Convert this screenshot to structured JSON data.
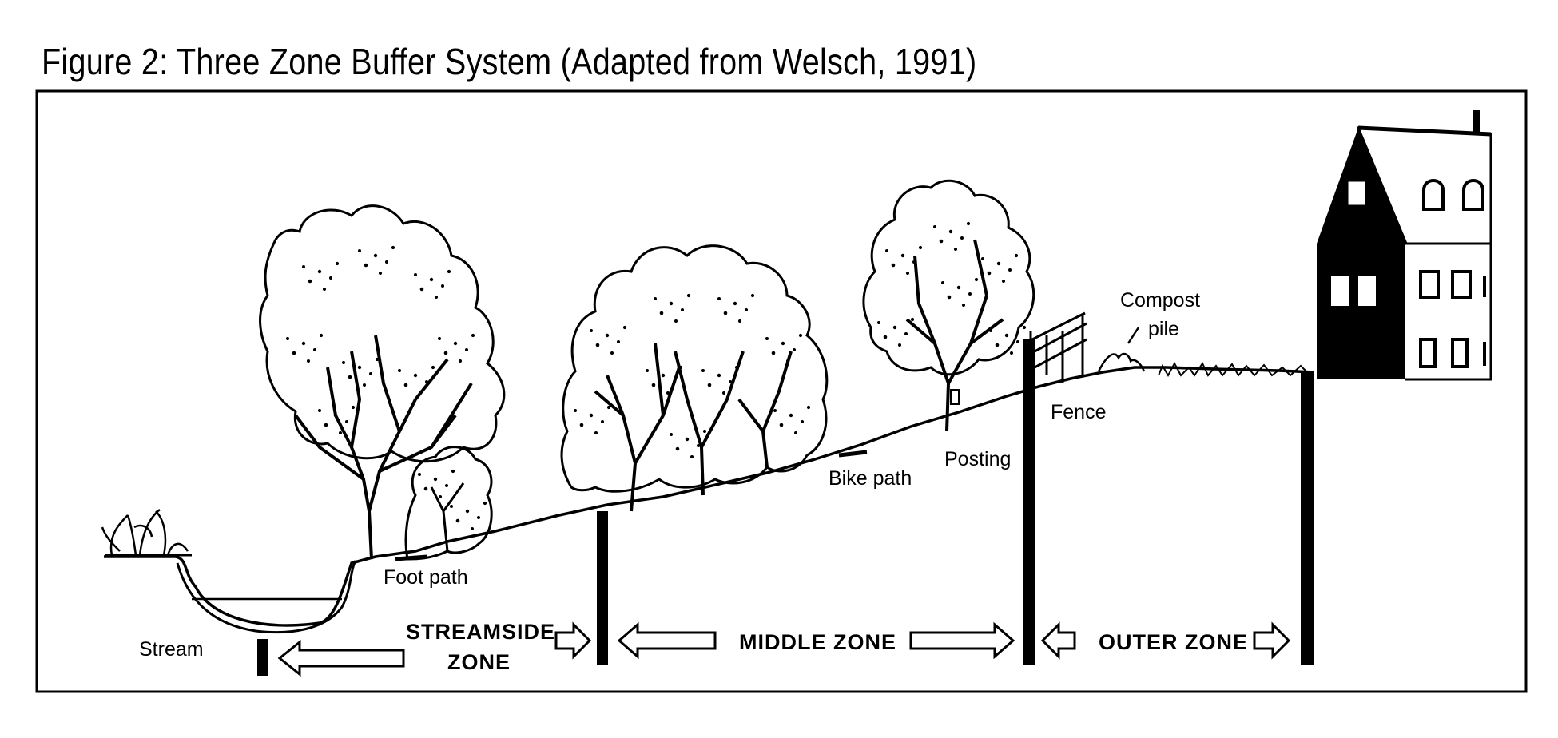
{
  "figure": {
    "title": "Figure 2: Three Zone Buffer System (Adapted from Welsch, 1991)"
  },
  "labels": {
    "stream": "Stream",
    "foot_path": "Foot path",
    "bike_path": "Bike path",
    "posting": "Posting",
    "fence": "Fence",
    "compost_line1": "Compost",
    "compost_line2": "pile"
  },
  "zones": {
    "streamside_line1": "STREAMSIDE",
    "streamside_line2": "ZONE",
    "middle": "MIDDLE ZONE",
    "outer": "OUTER ZONE"
  },
  "icons": [
    "tree",
    "house",
    "fence",
    "shrub",
    "stream-channel",
    "boundary-post",
    "arrow-left",
    "arrow-right"
  ]
}
